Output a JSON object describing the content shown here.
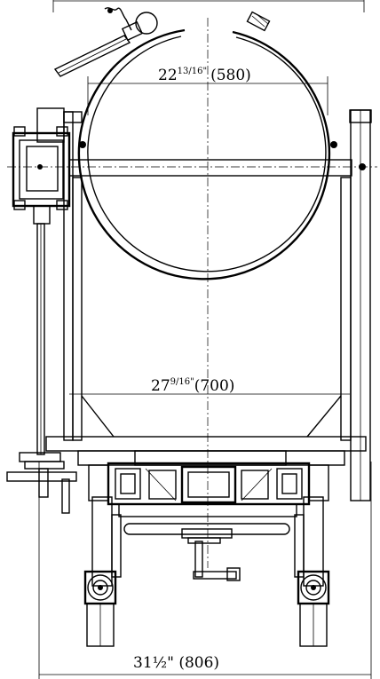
{
  "dimensions": {
    "top_ring": {
      "whole": "22",
      "fraction": "13/16",
      "inch_mark": "\"",
      "metric": "(580)"
    },
    "frame_width": {
      "whole": "27",
      "fraction": "9/16",
      "inch_mark": "\"",
      "metric": "(700)"
    },
    "wheel_base": {
      "text": "31½\" (806)"
    }
  }
}
